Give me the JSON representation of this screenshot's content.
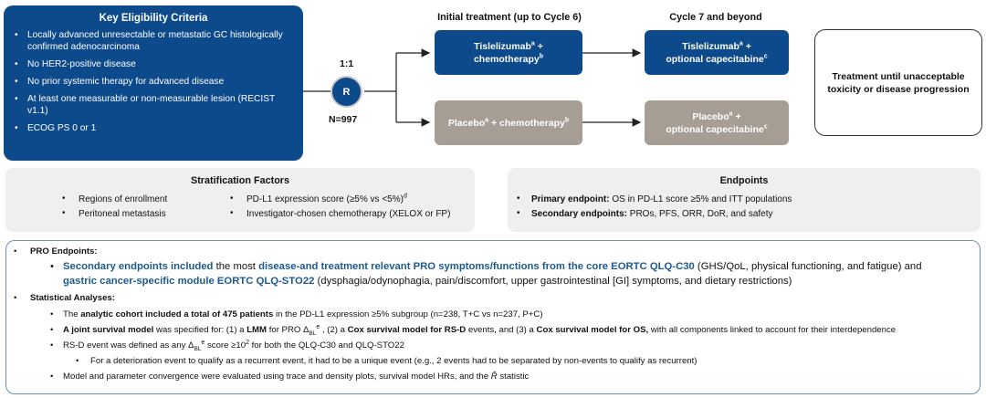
{
  "eligibility": {
    "title": "Key Eligibility Criteria",
    "items": [
      "Locally advanced unresectable or metastatic GC histologically confirmed adenocarcinoma",
      "No HER2-positive disease",
      "No prior systemic therapy for advanced disease",
      "At least one measurable or non-measurable lesion (RECIST v1.1)",
      "ECOG PS 0 or 1"
    ]
  },
  "randomization": {
    "ratio": "1:1",
    "symbol": "R",
    "n": "N=997"
  },
  "columns": {
    "initial": "Initial treatment (up to Cycle 6)",
    "cycle7": "Cycle 7 and beyond"
  },
  "arms": {
    "tisle_initial": {
      "line1": "Tislelizumab",
      "sup1": "a",
      "line1b": " +",
      "line2": "chemotherapy",
      "sup2": "b"
    },
    "tisle_cont": {
      "line1": "Tislelizumab",
      "sup1": "a",
      "line1b": " +",
      "line2": "optional capecitabine",
      "sup2": "c"
    },
    "placebo_initial": {
      "text1": "Placebo",
      "sup1": "a",
      "text2": " + chemotherapy",
      "sup2": "b"
    },
    "placebo_cont": {
      "line1": "Placebo",
      "sup1": "a",
      "line1b": " +",
      "line2": "optional capecitabine",
      "sup2": "c"
    }
  },
  "treatment_until": "Treatment until unacceptable toxicity or disease progression",
  "stratification": {
    "title": "Stratification Factors",
    "left": [
      "Regions of enrollment",
      "Peritoneal metastasis"
    ],
    "right_1": "PD-L1 expression score (≥5% vs <5%)",
    "right_1_sup": "d",
    "right_2": "Investigator-chosen chemotherapy (XELOX or FP)"
  },
  "endpoints": {
    "title": "Endpoints",
    "primary_label": "Primary endpoint:",
    "primary_text": " OS in PD-L1 score ≥5% and ITT populations",
    "secondary_label": "Secondary endpoints:",
    "secondary_text": " PROs, PFS, ORR, DoR, and safety"
  },
  "pro": {
    "heading": "PRO Endpoints:",
    "l1a": "Secondary endpoints included",
    "l1b": " the most ",
    "l1c": "disease-and treatment relevant PRO symptoms/functions from the core EORTC QLQ-C30",
    "l1d": " (GHS/QoL, physical functioning, and fatigue) and",
    "l2a": "gastric cancer-specific module EORTC QLQ-STO22",
    "l2b": " (dysphagia/odynophagia, pain/discomfort, upper gastrointestinal [GI] symptoms, and dietary restrictions)"
  },
  "stats": {
    "heading": "Statistical Analyses:",
    "s1a": "The ",
    "s1b": "analytic cohort included a total of 475 patients",
    "s1c": " in the PD-L1 expression ≥5% subgroup (n=238, T+C vs n=237, P+C)",
    "s2a": "A joint survival model",
    "s2b": " was specified for: (1) a ",
    "s2c": "LMM",
    "s2d": " for PRO Δ",
    "s2sub": "BL",
    "s2sup": "e",
    "s2e": " , (2) a ",
    "s2f": "Cox survival model for RS-D",
    "s2g": " events, and (3) a ",
    "s2h": "Cox survival model for OS,",
    "s2i": " with all components linked to account for their interdependence",
    "s3a": "RS-D event was defined as any Δ",
    "s3sub": "BL",
    "s3sup": "e",
    "s3b": " score ≥10",
    "s3sup2": "2",
    "s3c": " for both the QLQ-C30 and QLQ-STO22",
    "s4": "For a deterioration event to qualify as a recurrent event, it had to be a unique event (e.g., 2 events had to be separated by non-events to qualify as recurrent)",
    "s5a": "Model and parameter convergence were evaluated using trace and density plots, survival model HRs, and the ",
    "s5b": "R̂",
    "s5c": " statistic"
  },
  "colors": {
    "blue": "#0d4a8c",
    "gray": "#a69d94",
    "panel": "#efefef",
    "accent_text": "#1c5a94"
  }
}
